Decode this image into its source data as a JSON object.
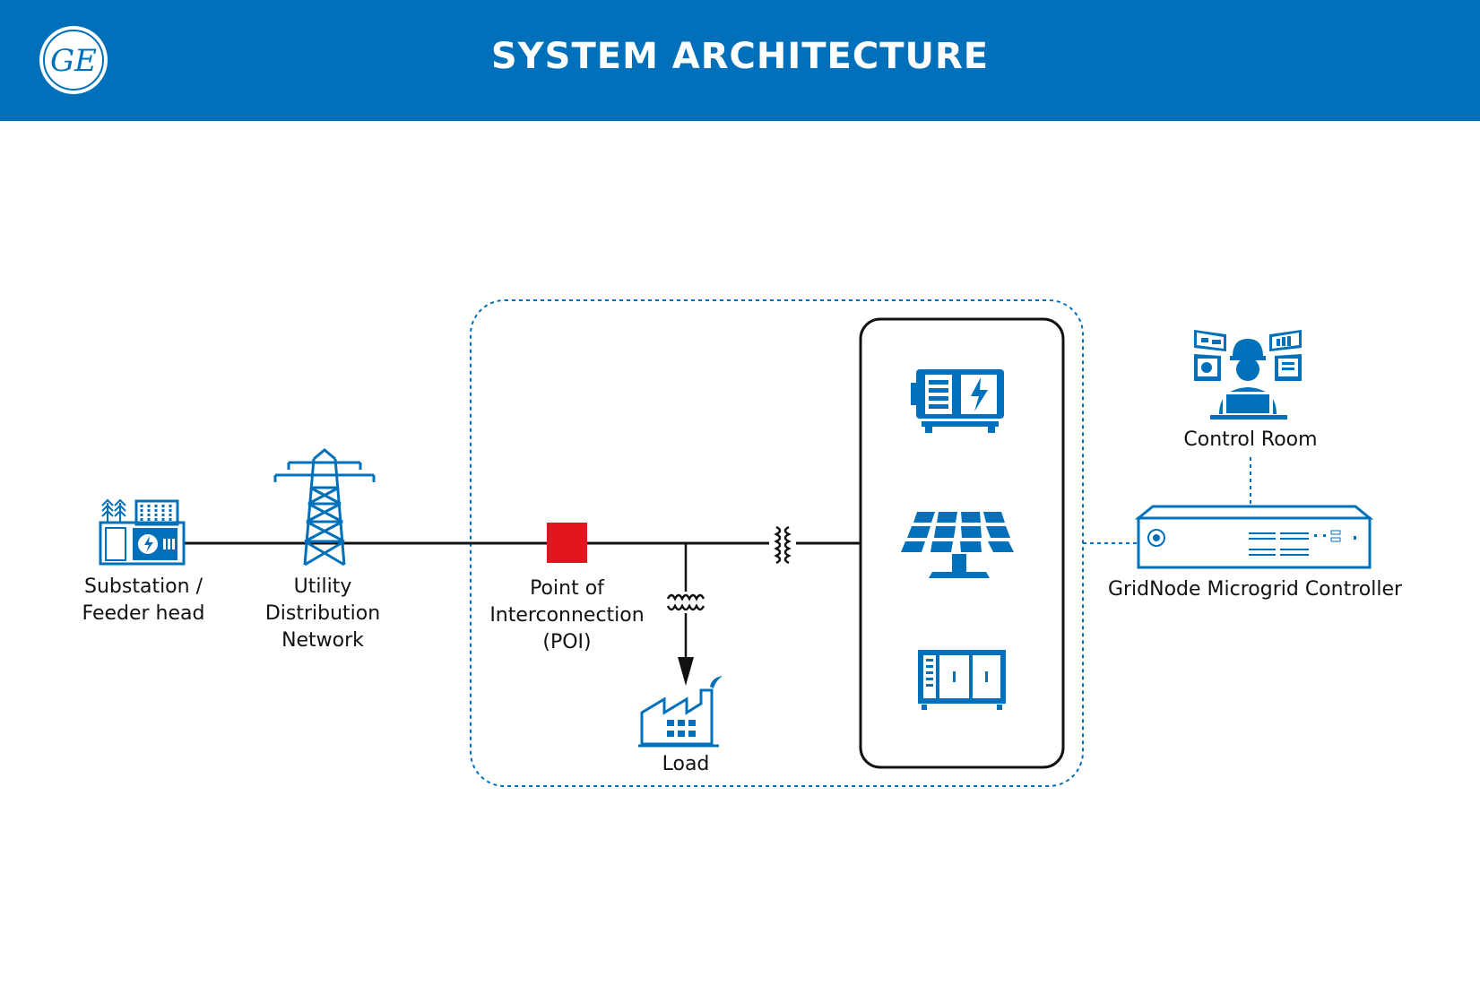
{
  "header": {
    "title": "SYSTEM ARCHITECTURE",
    "logo_text": "GE",
    "background": "#0070bb"
  },
  "colors": {
    "icon_blue": "#0070bb",
    "poi_red": "#e3151f",
    "line": "#111111"
  },
  "nodes": {
    "substation": {
      "line1": "Substation /",
      "line2": "Feeder head",
      "icon": "substation-icon"
    },
    "utility": {
      "line1": "Utility",
      "line2": "Distribution",
      "line3": "Network",
      "icon": "transmission-tower-icon"
    },
    "poi": {
      "line1": "Point of",
      "line2": "Interconnection",
      "line3": "(POI)",
      "icon": "breaker-square-icon"
    },
    "load": {
      "label": "Load",
      "icon": "factory-icon"
    },
    "control_room": {
      "label": "Control Room",
      "icon": "operator-monitors-icon"
    },
    "controller": {
      "label": "GridNode Microgrid Controller",
      "icon": "rack-controller-icon"
    },
    "resources": [
      {
        "icon": "generator-icon"
      },
      {
        "icon": "solar-panel-icon"
      },
      {
        "icon": "battery-storage-icon"
      }
    ]
  }
}
